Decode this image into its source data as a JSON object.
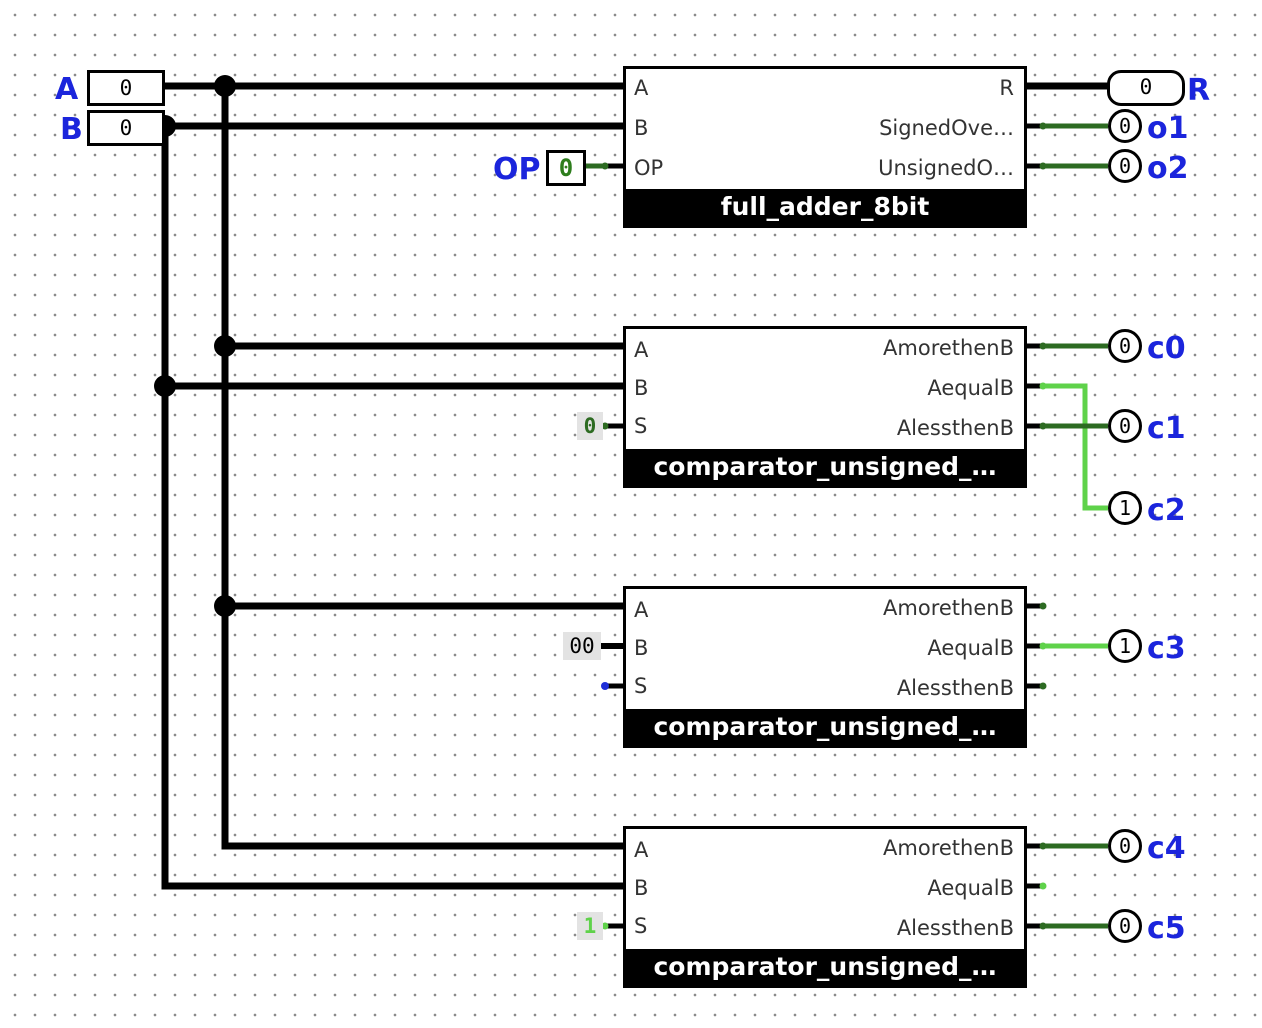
{
  "inputs": {
    "A": {
      "label": "A",
      "value": "0"
    },
    "B": {
      "label": "B",
      "value": "0"
    },
    "OP": {
      "label": "OP",
      "value": "0"
    }
  },
  "components": [
    {
      "name": "full_adder_8bit",
      "left_ports": [
        "A",
        "B",
        "OP"
      ],
      "right_ports": [
        "R",
        "SignedOve…",
        "UnsignedO…"
      ]
    },
    {
      "name": "comparator_unsigned_…",
      "left_ports": [
        "A",
        "B",
        "S"
      ],
      "right_ports": [
        "AmorethenB",
        "AequalB",
        "AlessthenB"
      ],
      "s_constant": "0"
    },
    {
      "name": "comparator_unsigned_…",
      "left_ports": [
        "A",
        "B",
        "S"
      ],
      "right_ports": [
        "AmorethenB",
        "AequalB",
        "AlessthenB"
      ],
      "b_constant": "00"
    },
    {
      "name": "comparator_unsigned_…",
      "left_ports": [
        "A",
        "B",
        "S"
      ],
      "right_ports": [
        "AmorethenB",
        "AequalB",
        "AlessthenB"
      ],
      "s_constant": "1"
    }
  ],
  "outputs": {
    "R": {
      "label": "R",
      "value": "0"
    },
    "o1": {
      "label": "o1",
      "value": "0"
    },
    "o2": {
      "label": "o2",
      "value": "0"
    },
    "c0": {
      "label": "c0",
      "value": "0"
    },
    "c1": {
      "label": "c1",
      "value": "0"
    },
    "c2": {
      "label": "c2",
      "value": "1"
    },
    "c3": {
      "label": "c3",
      "value": "1"
    },
    "c4": {
      "label": "c4",
      "value": "0"
    },
    "c5": {
      "label": "c5",
      "value": "0"
    }
  },
  "colors": {
    "bus": "#000000",
    "wire_low": "#2d6b22",
    "wire_high": "#5fd24a",
    "wire_unset": "#1f2fd8",
    "label": "#1b25dc"
  }
}
